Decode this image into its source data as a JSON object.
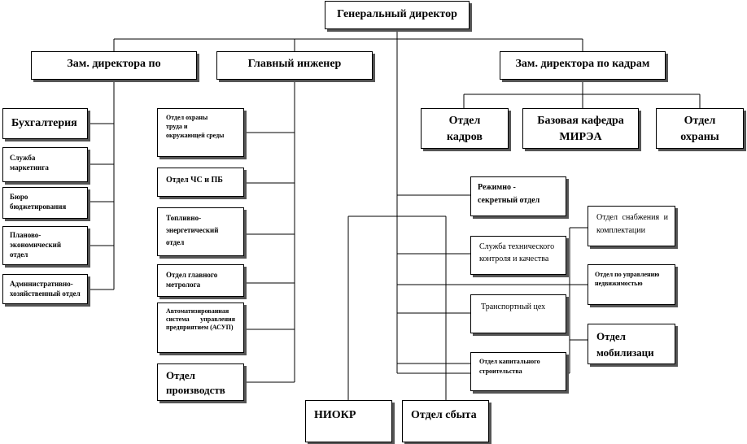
{
  "units": {
    "general_director": "Генеральный директор",
    "deputy_director": "Зам. директора по",
    "chief_engineer": "Главный инженер",
    "deputy_hr": "Зам. директора по кадрам",
    "accounting": "Бухгалтерия",
    "marketing": "Служба маркетинга",
    "budgeting": "Бюро бюджетирования",
    "planning_econ": "Планово-экономический отдел",
    "admin_econ": "Административно-хозяйственный отдел",
    "labor_protection": "Отдел охраны труда и окружающей среды",
    "emergency_fire": "Отдел ЧС и ПБ",
    "fuel_energy": "Топливно-энергетический отдел",
    "metrology": "Отдел главного метролога",
    "acs": "Автоматизированная система управления предприятием (АСУП)",
    "production": "Отдел производств",
    "hr_dept": "Отдел кадров",
    "base_chair": "Базовая кафедра МИРЭА",
    "security": "Отдел охраны",
    "secret_dept": "Режимно - секретный отдел",
    "supply": "Отдел снабжения и комплектации",
    "quality_control": "Служба технического контроля и качества",
    "property_mgmt": "Отдел по управлению недвижимостью",
    "transport": "Транспортный цех",
    "mobilization": "Отдел мобилизаци",
    "capital_construction": "Отдел капитального строительства",
    "niokr": "НИОКР",
    "sales": "Отдел сбыта"
  }
}
